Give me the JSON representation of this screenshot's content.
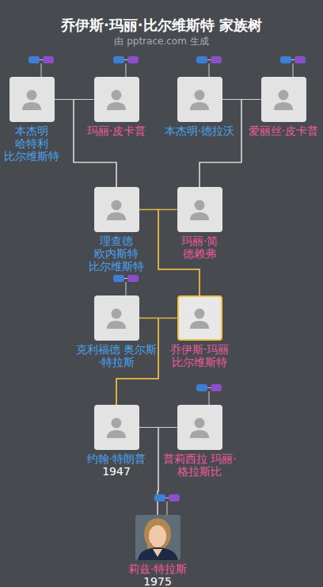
{
  "diagram": {
    "title": "乔伊斯·玛丽·比尔维斯特 家族树",
    "caption": "由 pptrace.com 生成",
    "nodes": [
      {
        "text": [
          "本杰明 哈特利 比尔维斯特"
        ]
      },
      {
        "text": [
          "玛丽·皮卡普"
        ]
      },
      {
        "text": [
          "本杰明·德拉沃"
        ]
      },
      {
        "text": [
          "爱丽丝·皮卡普"
        ]
      },
      {
        "text": [
          "理查德 欧内斯特 比尔维斯特"
        ]
      },
      {
        "text": [
          "玛丽·简 德赖弗"
        ]
      },
      {
        "text": [
          "克利福德 奥尔斯·特拉斯"
        ]
      },
      {
        "text": [
          "乔伊斯·玛丽 比尔维斯特"
        ]
      },
      {
        "text": [
          "约翰·特朗普",
          "1947"
        ]
      },
      {
        "text": [
          "普莉西拉 玛丽·格拉斯比"
        ]
      },
      {
        "text": [
          "莉兹·特拉斯",
          "1975"
        ]
      }
    ],
    "edges": [
      {
        "from": 0,
        "to": 4,
        "arrow": "none"
      },
      {
        "from": 1,
        "to": 4,
        "arrow": "none"
      },
      {
        "from": 2,
        "to": 5,
        "arrow": "none"
      },
      {
        "from": 3,
        "to": 5,
        "arrow": "none"
      },
      {
        "from": 4,
        "to": 7,
        "arrow": "none"
      },
      {
        "from": 5,
        "to": 7,
        "arrow": "none"
      },
      {
        "from": 6,
        "to": 8,
        "arrow": "none"
      },
      {
        "from": 7,
        "to": 8,
        "arrow": "none"
      },
      {
        "from": 8,
        "to": 10,
        "arrow": "none"
      },
      {
        "from": 9,
        "to": 10,
        "arrow": "none"
      }
    ]
  }
}
